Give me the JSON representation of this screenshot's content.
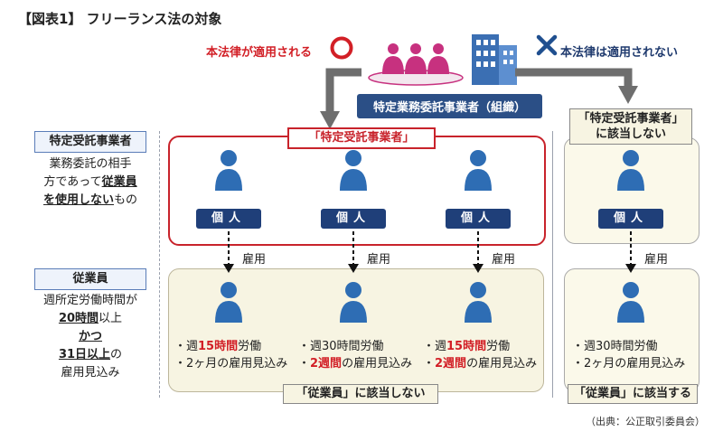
{
  "title": "【図表1】 フリーランス法の対象",
  "top": {
    "applies": "本法律が適用される",
    "not_applies": "本法律は適用されない",
    "org": "特定業務委託事業者（組織）"
  },
  "left": {
    "head1": "特定受託事業者",
    "desc1_line1": "業務委託の相手",
    "desc1_line2_pre": "方であって",
    "desc1_line2_b": "従業員",
    "desc1_line3_b": "を使用しない",
    "desc1_line3_post": "もの",
    "head2": "従業員",
    "desc2_line1": "週所定労働時間が",
    "desc2_line2_b": "20時間",
    "desc2_line2_post": "以上",
    "desc2_line3_b": "かつ",
    "desc2_line4_b": "31日以上",
    "desc2_line4_post": "の",
    "desc2_line5": "雇用見込み"
  },
  "center": {
    "redtag": "「特定受託事業者」",
    "individual": "個人",
    "employ": "雇用",
    "col1": {
      "w_pre": "・週",
      "w_hl": "15時間",
      "w_post": "労働",
      "m_pre": "・",
      "m_plain": "2ヶ月の雇用見込み"
    },
    "col2": {
      "w_plain": "・週30時間労働",
      "m_pre": "・",
      "m_hl": "2週間",
      "m_post": "の雇用見込み"
    },
    "col3": {
      "w_pre": "・週",
      "w_hl": "15時間",
      "w_post": "労働",
      "m_pre": "・",
      "m_hl": "2週間",
      "m_post": "の雇用見込み"
    },
    "bottom_tag": "「従業員」に該当しない"
  },
  "right": {
    "tag_line1": "「特定受託事業者」",
    "tag_line2": "に該当しない",
    "individual": "個人",
    "employ": "雇用",
    "w": "・週30時間労働",
    "m": "・2ヶ月の雇用見込み",
    "bottom_tag": "「従業員」に該当する"
  },
  "source": "（出典：公正取引委員会）",
  "colors": {
    "accent_blue": "#2e6db4",
    "accent_red": "#d21f26",
    "group_pink": "#c7317f",
    "building": "#3b6fb3"
  }
}
